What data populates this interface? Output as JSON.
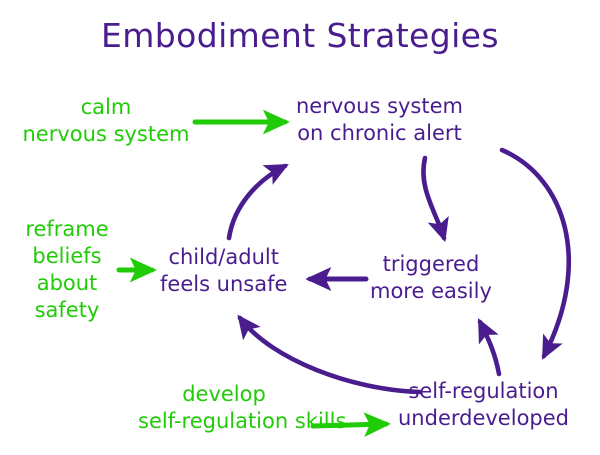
{
  "title": "Embodiment Strategies",
  "colors": {
    "node_text": "#4a1d8f",
    "arrow_purple": "#4a1d8f",
    "intervention_green": "#1fcc06",
    "background": "#ffffff"
  },
  "nodes": [
    {
      "id": "nervous-system-on-chronic-alert",
      "line1": "nervous system",
      "line2": "on chronic alert"
    },
    {
      "id": "triggered-more-easily",
      "line1": "triggered",
      "line2": "more easily"
    },
    {
      "id": "self-regulation-underdeveloped",
      "line1": "self-regulation",
      "line2": "underdeveloped"
    },
    {
      "id": "child-adult-feels-unsafe",
      "line1": "child/adult",
      "line2": "feels unsafe"
    }
  ],
  "interventions": [
    {
      "id": "calm-nervous-system",
      "line1": "calm",
      "line2": "nervous system",
      "line3": "",
      "line4": "",
      "targets": "nervous-system-on-chronic-alert"
    },
    {
      "id": "reframe-beliefs-about-safety",
      "line1": "reframe",
      "line2": "beliefs",
      "line3": "about",
      "line4": "safety",
      "targets": "child-adult-feels-unsafe"
    },
    {
      "id": "develop-self-regulation-skills",
      "line1": "develop",
      "line2": "self-regulation skills",
      "line3": "",
      "line4": "",
      "targets": "self-regulation-underdeveloped"
    }
  ],
  "connections": [
    {
      "id": "alert-to-triggered",
      "from": "nervous-system-on-chronic-alert",
      "to": "triggered-more-easily",
      "color": "#4a1d8f",
      "style": "curved"
    },
    {
      "id": "alert-to-selfreg",
      "from": "nervous-system-on-chronic-alert",
      "to": "self-regulation-underdeveloped",
      "color": "#4a1d8f",
      "style": "curved-outer"
    },
    {
      "id": "triggered-to-unsafe",
      "from": "triggered-more-easily",
      "to": "child-adult-feels-unsafe",
      "color": "#4a1d8f",
      "style": "straight"
    },
    {
      "id": "unsafe-to-alert",
      "from": "child-adult-feels-unsafe",
      "to": "nervous-system-on-chronic-alert",
      "color": "#4a1d8f",
      "style": "curved"
    },
    {
      "id": "selfreg-to-triggered",
      "from": "self-regulation-underdeveloped",
      "to": "triggered-more-easily",
      "color": "#4a1d8f",
      "style": "curved-short"
    },
    {
      "id": "selfreg-to-unsafe",
      "from": "self-regulation-underdeveloped",
      "to": "child-adult-feels-unsafe",
      "color": "#4a1d8f",
      "style": "curved-long"
    },
    {
      "id": "calm-arrow",
      "from": "calm-nervous-system",
      "to": "nervous-system-on-chronic-alert",
      "color": "#1fcc06",
      "style": "straight"
    },
    {
      "id": "reframe-arrow",
      "from": "reframe-beliefs-about-safety",
      "to": "child-adult-feels-unsafe",
      "color": "#1fcc06",
      "style": "straight"
    },
    {
      "id": "develop-arrow",
      "from": "develop-self-regulation-skills",
      "to": "self-regulation-underdeveloped",
      "color": "#1fcc06",
      "style": "straight"
    }
  ]
}
